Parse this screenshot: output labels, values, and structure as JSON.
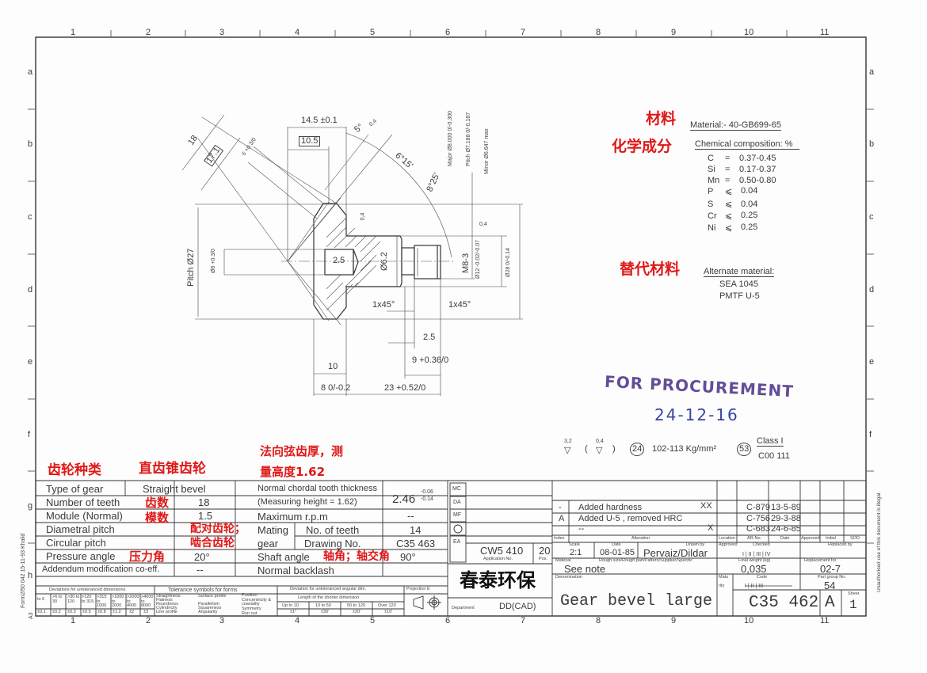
{
  "frame": {
    "columns": [
      "1",
      "2",
      "3",
      "4",
      "5",
      "6",
      "7",
      "8",
      "9",
      "10",
      "11"
    ],
    "rows": [
      "a",
      "b",
      "c",
      "d",
      "e",
      "f",
      "g",
      "h"
    ],
    "left_margin_text": "Form2/50 042 15-11-93 Khalid",
    "sheet_size": "A3",
    "right_margin_text": "Unauthorised use of this document is illegal"
  },
  "drawing": {
    "dims": [
      "18",
      "17.1",
      "6 +0.3/0",
      "14.5 ±0.1",
      "10.5",
      "5°",
      "0,4",
      "6°15'",
      "8°25'",
      "Pitch Ø27",
      "Ø6 +0.3/0",
      "2.5",
      "Ø6.2",
      "M8-3",
      "Ø12 -0.02/-0.07",
      "Ø28 0/-0.14",
      "0,4",
      "0,4",
      "1x45°",
      "1x45°",
      "2.5",
      "9 +0.36/0",
      "10",
      "8 0/-0.2",
      "23 +0.52/0"
    ],
    "thread_note": [
      "Major Ø8.000 0/-0.300",
      "Pitch Ø7.188 0/-0.187",
      "Minor Ø6.647 max"
    ]
  },
  "material": {
    "title": "Material:- 40-GB699-65",
    "chem_title": "Chemical composition: %",
    "composition": [
      {
        "el": "C",
        "op": "=",
        "val": "0.37-0.45"
      },
      {
        "el": "Si",
        "op": "=",
        "val": "0.17-0.37"
      },
      {
        "el": "Mn",
        "op": "=",
        "val": "0.50-0.80"
      },
      {
        "el": "P",
        "op": "⩽",
        "val": "0.04"
      },
      {
        "el": "S",
        "op": "⩽",
        "val": "0.04"
      },
      {
        "el": "Cr",
        "op": "⩽",
        "val": "0.25"
      },
      {
        "el": "Ni",
        "op": "⩽",
        "val": "0.25"
      }
    ],
    "alt_title": "Alternate material:",
    "alt": [
      "SEA 1045",
      "PMTF U-5"
    ]
  },
  "stamp": {
    "text": "FOR PROCUREMENT",
    "date": "24-12-16"
  },
  "notes": {
    "rough1": "3,2",
    "rough2": "0,4",
    "hardness_num": "24",
    "hardness": "102-113 Kg/mm²",
    "class_num": "53",
    "class": "Class I",
    "class_code": "C00 111"
  },
  "annotations_cn": {
    "gear_type": "齿轮种类",
    "straight_bevel": "直齿锥齿轮",
    "chordal1": "法向弦齿厚，测",
    "chordal2": "量高度1.62",
    "teeth": "齿数",
    "module": "模数",
    "mating1": "配对齿轮；",
    "mating2": "啮合齿轮",
    "pressure": "压力角",
    "shaft": "轴角；轴交角",
    "material": "材料",
    "chem": "化学成分",
    "alt": "替代材料",
    "company": "春泰环保"
  },
  "gear_table": {
    "rows": [
      {
        "label": "Type of gear",
        "value": "Straight bevel"
      },
      {
        "label": "Number of teeth",
        "value": "18"
      },
      {
        "label": "Module (Normal)",
        "value": "1.5"
      },
      {
        "label": "Diametral pitch",
        "value": ""
      },
      {
        "label": "Circular pitch",
        "value": ""
      },
      {
        "label": "Pressure angle",
        "value": "20°"
      },
      {
        "label": "Addendum modification co-eff.",
        "value": "--"
      }
    ],
    "chordal_label1": "Normal chordal tooth thickness",
    "chordal_label2": "(Measuring height = 1.62)",
    "chordal_value": "2.46",
    "chordal_tol_up": "-0.06",
    "chordal_tol_lo": "-0.14",
    "rpm_label": "Maximum r.p.m",
    "rpm_value": "--",
    "mating1": "Mating",
    "mating2": "gear",
    "mating_teeth_label": "No. of teeth",
    "mating_teeth": "14",
    "drawing_no_label": "Drawing No.",
    "drawing_no": "C35 463",
    "shaft_label": "Shaft angle",
    "shaft_value": "90°",
    "backlash_label": "Normal backlash"
  },
  "tolerances": {
    "dev_title": "Deviations for untoleranced dimensions",
    "ranges": [
      "to 6",
      ">6 to 30",
      ">30 to 120",
      ">120 to 315",
      ">315 to 1000",
      ">1000 to 2000",
      ">2000 to 4000",
      ">4000 to 8000"
    ],
    "devs": [
      "±0.1",
      "±0.2",
      "±0.3",
      "±0.5",
      "±0.8",
      "±1.2",
      "±2",
      "±3"
    ],
    "sym_title": "Tolerance symbols for forms",
    "symbols": [
      "Straightness",
      "Flatness",
      "Roundness",
      "Cylindricity",
      "Line profile",
      "Surface profile",
      "Parallelism",
      "Squareness",
      "Angularity",
      "Position",
      "Concentricity & coaxiality",
      "Symmetry",
      "Run out"
    ],
    "ang_title": "Deviation for untoleranced angular dim.",
    "ang_sub": "Length of the shorter dimension",
    "ang_ranges": [
      "Up to 10",
      "10 to 50",
      "50 to 120",
      "Over 120"
    ],
    "ang_devs": [
      "±1°",
      "±30'",
      "±20'",
      "±10'"
    ],
    "proj": "Projection E"
  },
  "title_block": {
    "side_boxes": [
      "MC",
      "DA",
      "MF",
      "O",
      "EA"
    ],
    "app_no": "CW5 410",
    "app_label": "Application No.",
    "pos": "20",
    "pos_label": "Pos.",
    "department_label": "Department",
    "department": "DD(CAD)",
    "alterations": [
      {
        "index": "-",
        "text": "Added hardness",
        "mark": "XX",
        "ar": "C-879",
        "date": "13-5-89"
      },
      {
        "index": "A",
        "text": "Added U-5 , removed HRC",
        "mark": "",
        "ar": "C-756",
        "date": "29-3-88"
      },
      {
        "index": "",
        "text": "--",
        "mark": "X",
        "ar": "C-683",
        "date": "24-6-85"
      }
    ],
    "headers": {
      "index": "Index",
      "alteration": "Alteration",
      "location": "Location",
      "ar": "AR-No.",
      "date": "Date",
      "approved": "Approved",
      "initial": "Initial",
      "sod": "SOD"
    },
    "scale_label": "Scale",
    "scale": "2:1",
    "date_label": "Date",
    "date": "08-01-85",
    "drawn_label": "Drawn by",
    "drawn": "Pervaiz/Dildar",
    "approved_label": "Approved",
    "checked_label": "Checked",
    "checked_marks": "I | II | III | IV",
    "replaced_label": "Replaced by",
    "material_label": "Material",
    "rough_label": "Rough size/Rough part/Pattern/Supplier/Specific",
    "material": "See note",
    "weight_label": "Final weight (kg)",
    "weight": "0,035",
    "replacement_label": "Replacement for",
    "replacement": "02-7",
    "denomination_label": "Denomination",
    "denomination": "Gear bevel large",
    "maturity1": "Matu",
    "maturity2": "rity",
    "code_label": "Code",
    "code_marks": "I | II | III",
    "part_group_label": "Part group No.",
    "part_group": "54",
    "drawing_number": "C35 462",
    "revision": "A",
    "sheet_label": "Sheet",
    "sheet": "1"
  }
}
